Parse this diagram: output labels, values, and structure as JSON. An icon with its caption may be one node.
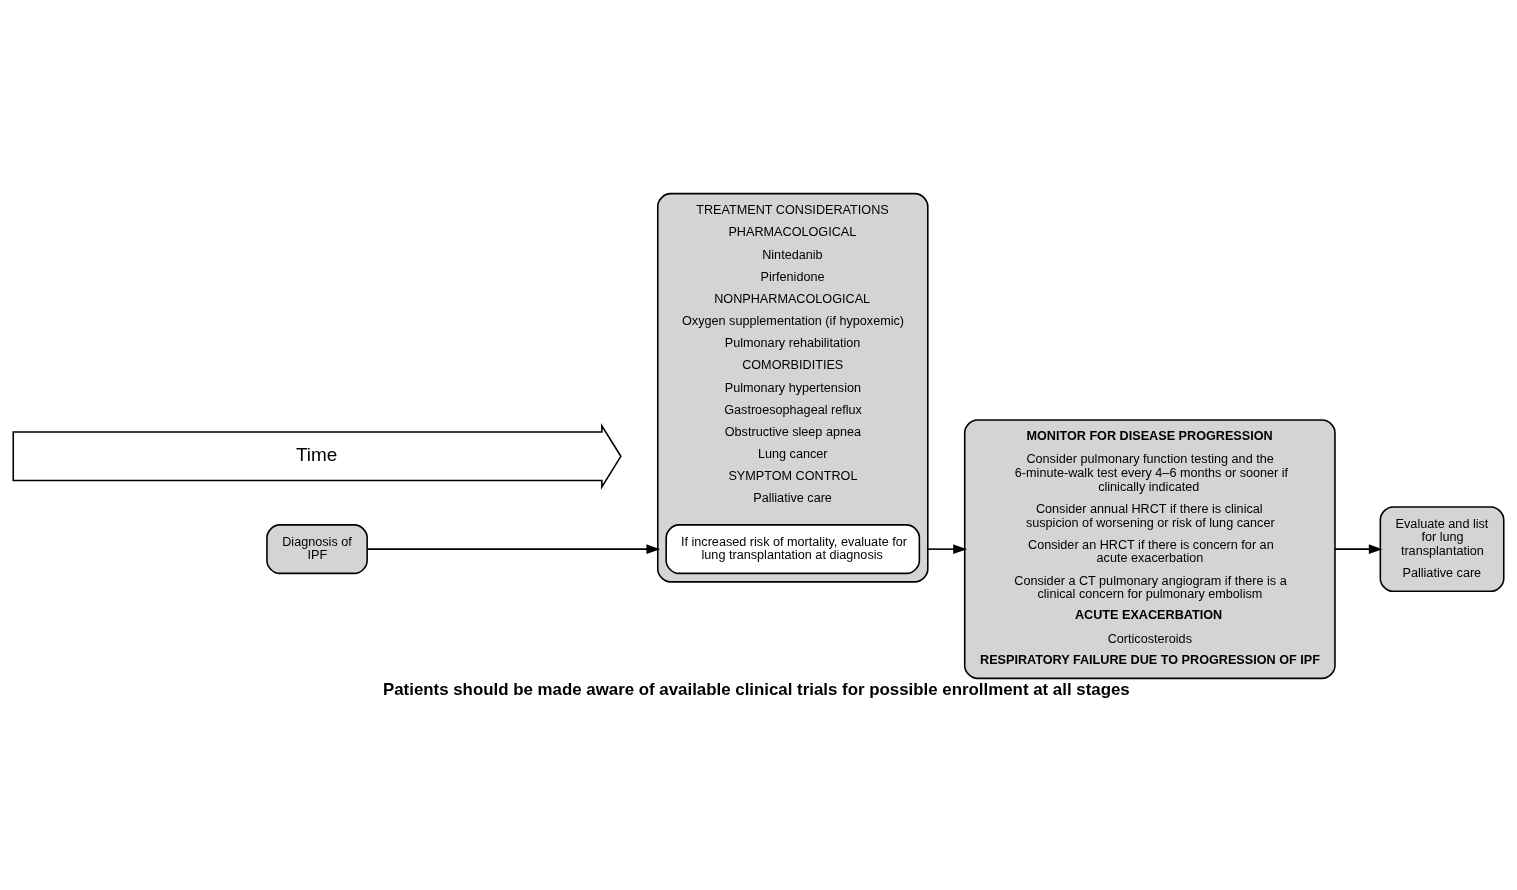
{
  "diagram": {
    "caption": "Patients should be made aware of available clinical trials for possible enrollment at all stages",
    "nodes": [
      {
        "text": [
          "Time"
        ]
      },
      {
        "text": [
          "Diagnosis of IPF"
        ]
      },
      {
        "text": [
          "TREATMENT CONSIDERATIONS",
          "PHARMACOLOGICAL",
          "Nintedanib",
          "Pirfenidone",
          "NONPHARMACOLOGICAL",
          "Oxygen supplementation (if hypoxemic)",
          "Pulmonary rehabilitation",
          "COMORBIDITIES",
          "Pulmonary hypertension",
          "Gastroesophageal reflux",
          "Obstructive sleep apnea",
          "Lung cancer",
          "SYMPTOM CONTROL",
          "Palliative care"
        ]
      },
      {
        "text": [
          "If increased risk of mortality, evaluate for lung transplantation at diagnosis"
        ],
        "in": 2
      },
      {
        "text": [
          "MONITOR FOR DISEASE PROGRESSION",
          "Consider pulmonary function testing and the 6-minute-walk test every 4–6 months or sooner if clinically indicated",
          "Consider annual HRCT if there is clinical suspicion of worsening or risk of lung cancer",
          "Consider an HRCT if there is concern for an acute exacerbation",
          "Consider a CT pulmonary angiogram if there is a clinical concern for pulmonary embolism",
          "ACUTE EXACERBATION",
          "Corticosteroids",
          "RESPIRATORY FAILURE DUE TO PROGRESSION OF IPF"
        ]
      },
      {
        "text": [
          "Evaluate and list for lung transplantation",
          "Palliative care"
        ]
      }
    ],
    "edges": [
      {
        "from": 1,
        "to": 2,
        "arrow": "to"
      },
      {
        "from": 2,
        "to": 4,
        "arrow": "to"
      },
      {
        "from": 4,
        "to": 5,
        "arrow": "to"
      }
    ]
  }
}
